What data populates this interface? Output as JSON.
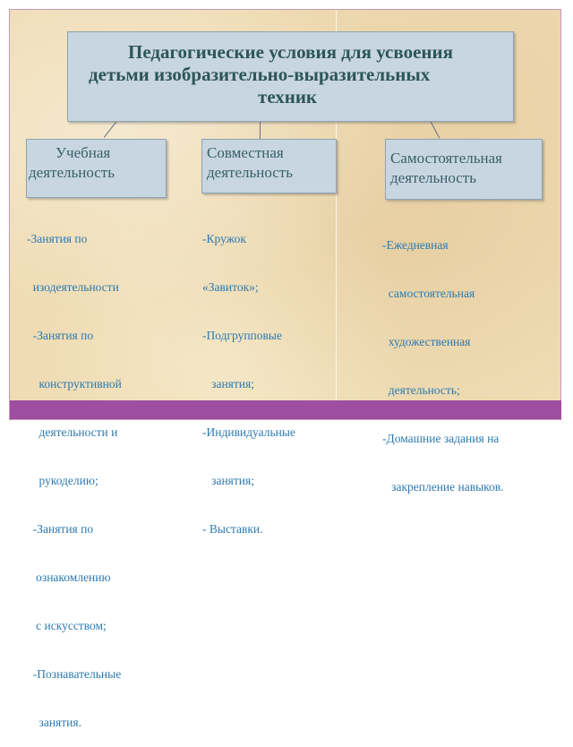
{
  "title": {
    "lines": [
      "Педагогические условия для усвоения",
      "детьми изобразительно-выразительных",
      "техник"
    ]
  },
  "categories": [
    {
      "id": "learning",
      "label_lines": [
        "Учебная",
        "деятельность"
      ],
      "items": [
        "-Занятия по",
        "  изодеятельности",
        "  -Занятия по",
        "    конструктивной",
        "    деятельности и",
        "    рукоделию;",
        "  -Занятия по",
        "   ознакомлению",
        "   с искусством;",
        "  -Познавательные",
        "    занятия."
      ]
    },
    {
      "id": "joint",
      "label_lines": [
        "Совместная",
        "деятельность"
      ],
      "items": [
        "-Кружок",
        "«Завиток»;",
        "-Подгрупповые",
        "   занятия;",
        "-Индивидуальные",
        "   занятия;",
        "- Выставки."
      ]
    },
    {
      "id": "independent",
      "label_lines": [
        "Самостоятельная",
        "деятельность"
      ],
      "items": [
        "-Ежедневная",
        "  самостоятельная",
        "  художественная",
        "  деятельность;",
        "-Домашние задания на",
        "   закрепление навыков."
      ]
    }
  ],
  "colors": {
    "box_fill": "#c8d6e2",
    "title_text": "#2d5656",
    "list_text": "#2d7ab0",
    "background": "#efdcb4",
    "bottom_bar": "#9e4ea0"
  }
}
